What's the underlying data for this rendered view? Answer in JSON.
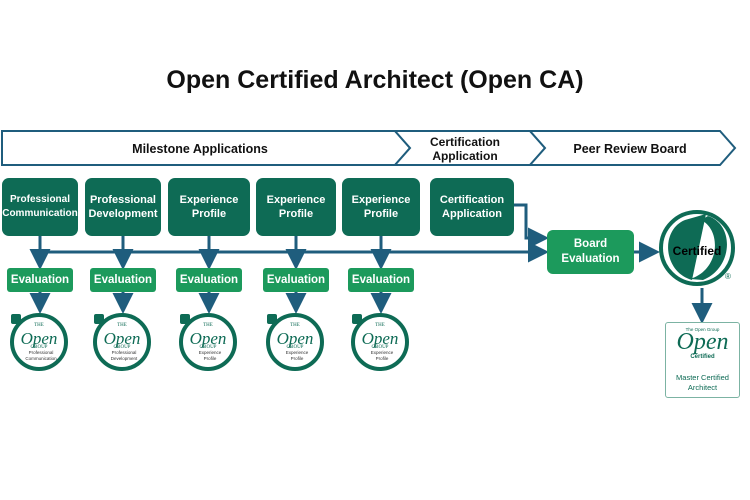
{
  "title": "Open Certified Architect (Open CA)",
  "stages": [
    "Milestone Applications",
    "Certification\nApplication",
    "Peer Review Board"
  ],
  "applications": [
    "Professional\nCommunication",
    "Professional\nDevelopment",
    "Experience\nProfile",
    "Experience\nProfile",
    "Experience\nProfile",
    "Certification\nApplication"
  ],
  "evaluation_label": "Evaluation",
  "board": "Board\nEvaluation",
  "certified": "Certified",
  "badges": [
    {
      "brand_top": "THE",
      "brand_word": "Open",
      "brand_bottom": "GROUP",
      "caption": "Professional\nCommunication"
    },
    {
      "brand_top": "THE",
      "brand_word": "Open",
      "brand_bottom": "GROUP",
      "caption": "Professional\nDevelopment"
    },
    {
      "brand_top": "THE",
      "brand_word": "Open",
      "brand_bottom": "GROUP",
      "caption": "Experience\nProfile"
    },
    {
      "brand_top": "THE",
      "brand_word": "Open",
      "brand_bottom": "GROUP",
      "caption": "Experience\nProfile"
    },
    {
      "brand_top": "THE",
      "brand_word": "Open",
      "brand_bottom": "GROUP",
      "caption": "Experience\nProfile"
    }
  ],
  "master": {
    "brand": "The Open Group",
    "open_word": "Open",
    "certified_word": "Certified",
    "label": "Master Certified\nArchitect"
  },
  "colors": {
    "dark_green": "#0e6b55",
    "light_green": "#1c9a5c",
    "arrow_blue": "#1f5d7d"
  }
}
